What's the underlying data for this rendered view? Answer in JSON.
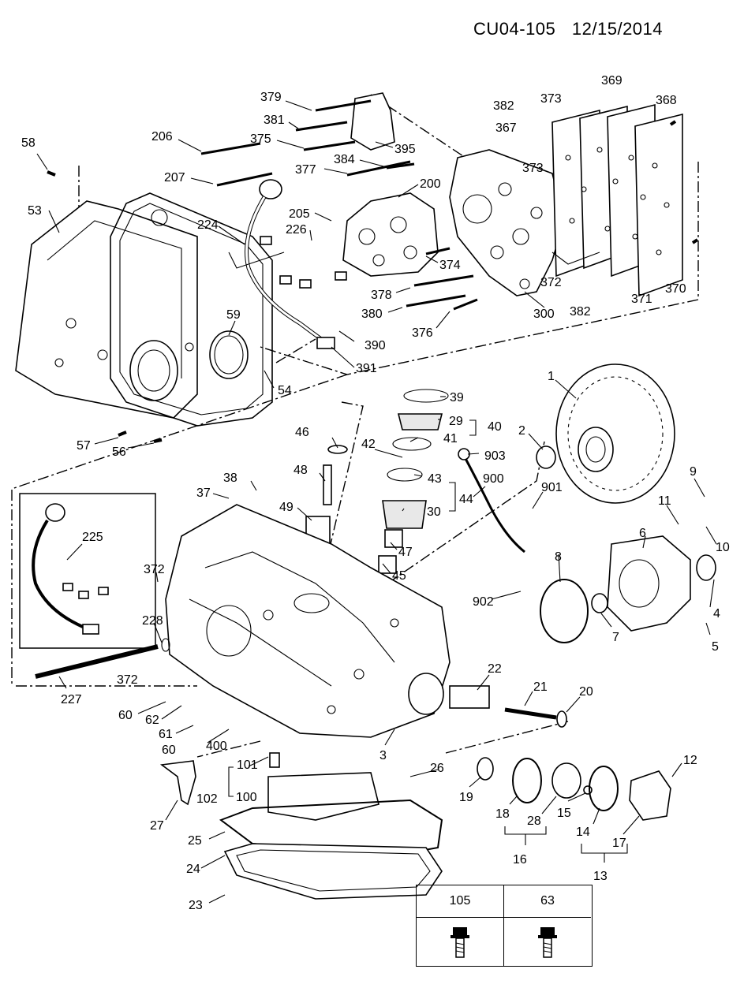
{
  "header": {
    "code": "CU04-105",
    "date": "12/15/2014"
  },
  "callouts": [
    "379",
    "381",
    "375",
    "206",
    "377",
    "384",
    "395",
    "207",
    "200",
    "205",
    "226",
    "224",
    "58",
    "53",
    "374",
    "378",
    "380",
    "376",
    "300",
    "373",
    "382",
    "367",
    "369",
    "368",
    "372",
    "371",
    "370",
    "59",
    "54",
    "390",
    "391",
    "57",
    "56",
    "1",
    "39",
    "29",
    "40",
    "46",
    "41",
    "42",
    "903",
    "2",
    "48",
    "43",
    "44",
    "900",
    "9",
    "901",
    "11",
    "6",
    "10",
    "38",
    "37",
    "49",
    "30",
    "47",
    "45",
    "225",
    "372",
    "8",
    "4",
    "7",
    "5",
    "228",
    "902",
    "372",
    "22",
    "21",
    "20",
    "227",
    "60",
    "62",
    "61",
    "60",
    "400",
    "3",
    "101",
    "102",
    "100",
    "26",
    "12",
    "19",
    "18",
    "28",
    "15",
    "14",
    "17",
    "16",
    "13",
    "27",
    "25",
    "24",
    "23",
    "373",
    "382"
  ],
  "legend": {
    "col1_label": "105",
    "col2_label": "63"
  },
  "icons": {
    "bolt": "flange-bolt-icon"
  }
}
